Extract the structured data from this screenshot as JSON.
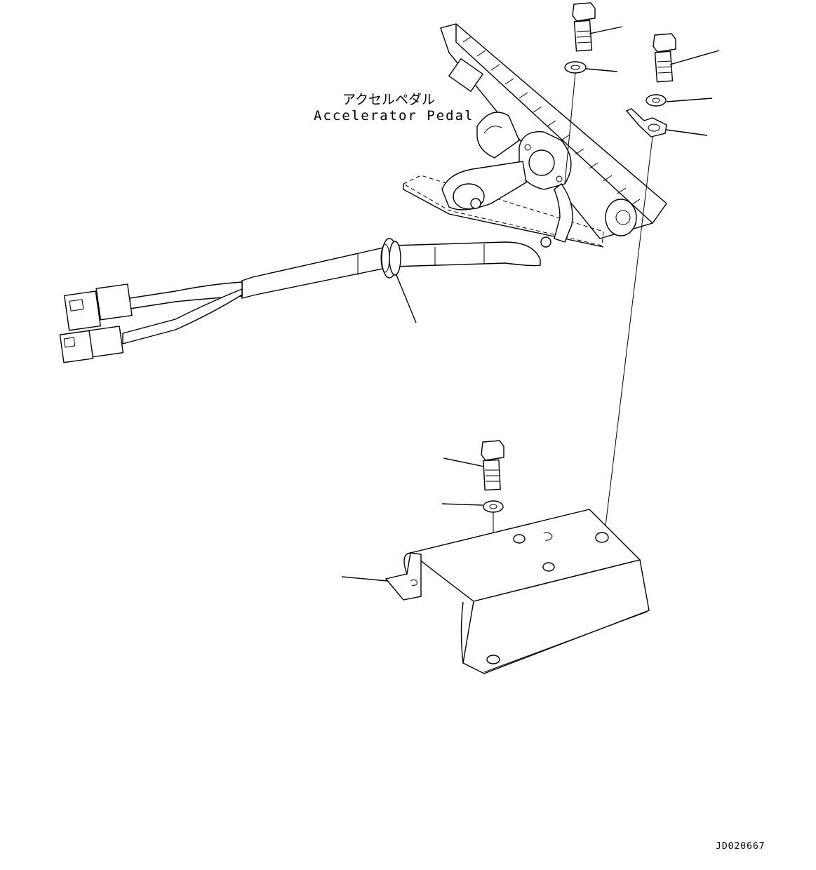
{
  "labels": {
    "pedal_jp": "アクセルペダル",
    "pedal_en": "Accelerator Pedal",
    "drawing_code": "JD020667"
  },
  "colors": {
    "line": "#000000",
    "background": "#ffffff"
  }
}
